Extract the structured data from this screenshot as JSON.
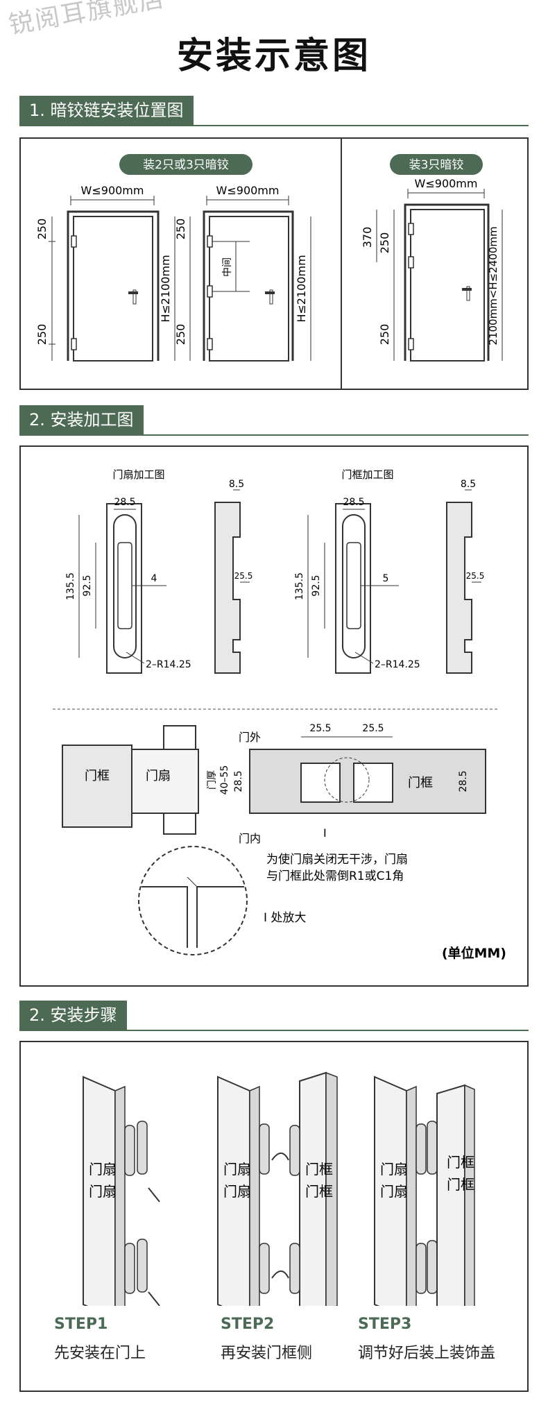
{
  "watermark": "锐阅耳旗舰店",
  "title": "安装示意图",
  "section1": {
    "header": "1. 暗铰链安装位置图",
    "left_pill": "装2只或3只暗铰",
    "right_pill": "装3只暗铰",
    "door1": {
      "width": "W≤900mm",
      "height": "H≤2100mm",
      "top": "250",
      "bottom": "250"
    },
    "door2": {
      "width": "W≤900mm",
      "height": "H≤2100mm",
      "top": "250",
      "bottom": "250",
      "middle": "中间"
    },
    "door3": {
      "width": "W≤900mm",
      "height": "2100mm<H≤2400mm",
      "outer": "370",
      "top": "250",
      "bottom": "250"
    }
  },
  "section2": {
    "header": "2. 安装加工图",
    "leaf_title": "门扇加工图",
    "frame_title": "门框加工图",
    "dims": {
      "width": "28.5",
      "total": "135.5",
      "inner": "92.5",
      "leaf_offset": "4",
      "frame_offset": "5",
      "radius": "2–R14.25",
      "profile_top": "8.5",
      "profile_depth": "25.5"
    },
    "cross": {
      "outside": "门外",
      "inside": "门内",
      "frame_left": "门框",
      "leaf": "门扇",
      "thick_label": "门厚",
      "thick_range": "40–55",
      "dim_28": "28.5",
      "dim_28r": "28.5",
      "dim_a": "25.5",
      "dim_b": "25.5",
      "marker": "I"
    },
    "note1": "为使门扇关闭无干涉，门扇",
    "note2": "与门框此处需倒R1或C1角",
    "enlarge": "I 处放大",
    "unit": "(单位MM)"
  },
  "section3": {
    "header": "2. 安装步骤",
    "leaf": "门扇",
    "frame": "门框",
    "steps": [
      {
        "label": "STEP1",
        "desc": "先安装在门上"
      },
      {
        "label": "STEP2",
        "desc": "再安装门框侧"
      },
      {
        "label": "STEP3",
        "desc": "调节好后装上装饰盖"
      }
    ]
  }
}
